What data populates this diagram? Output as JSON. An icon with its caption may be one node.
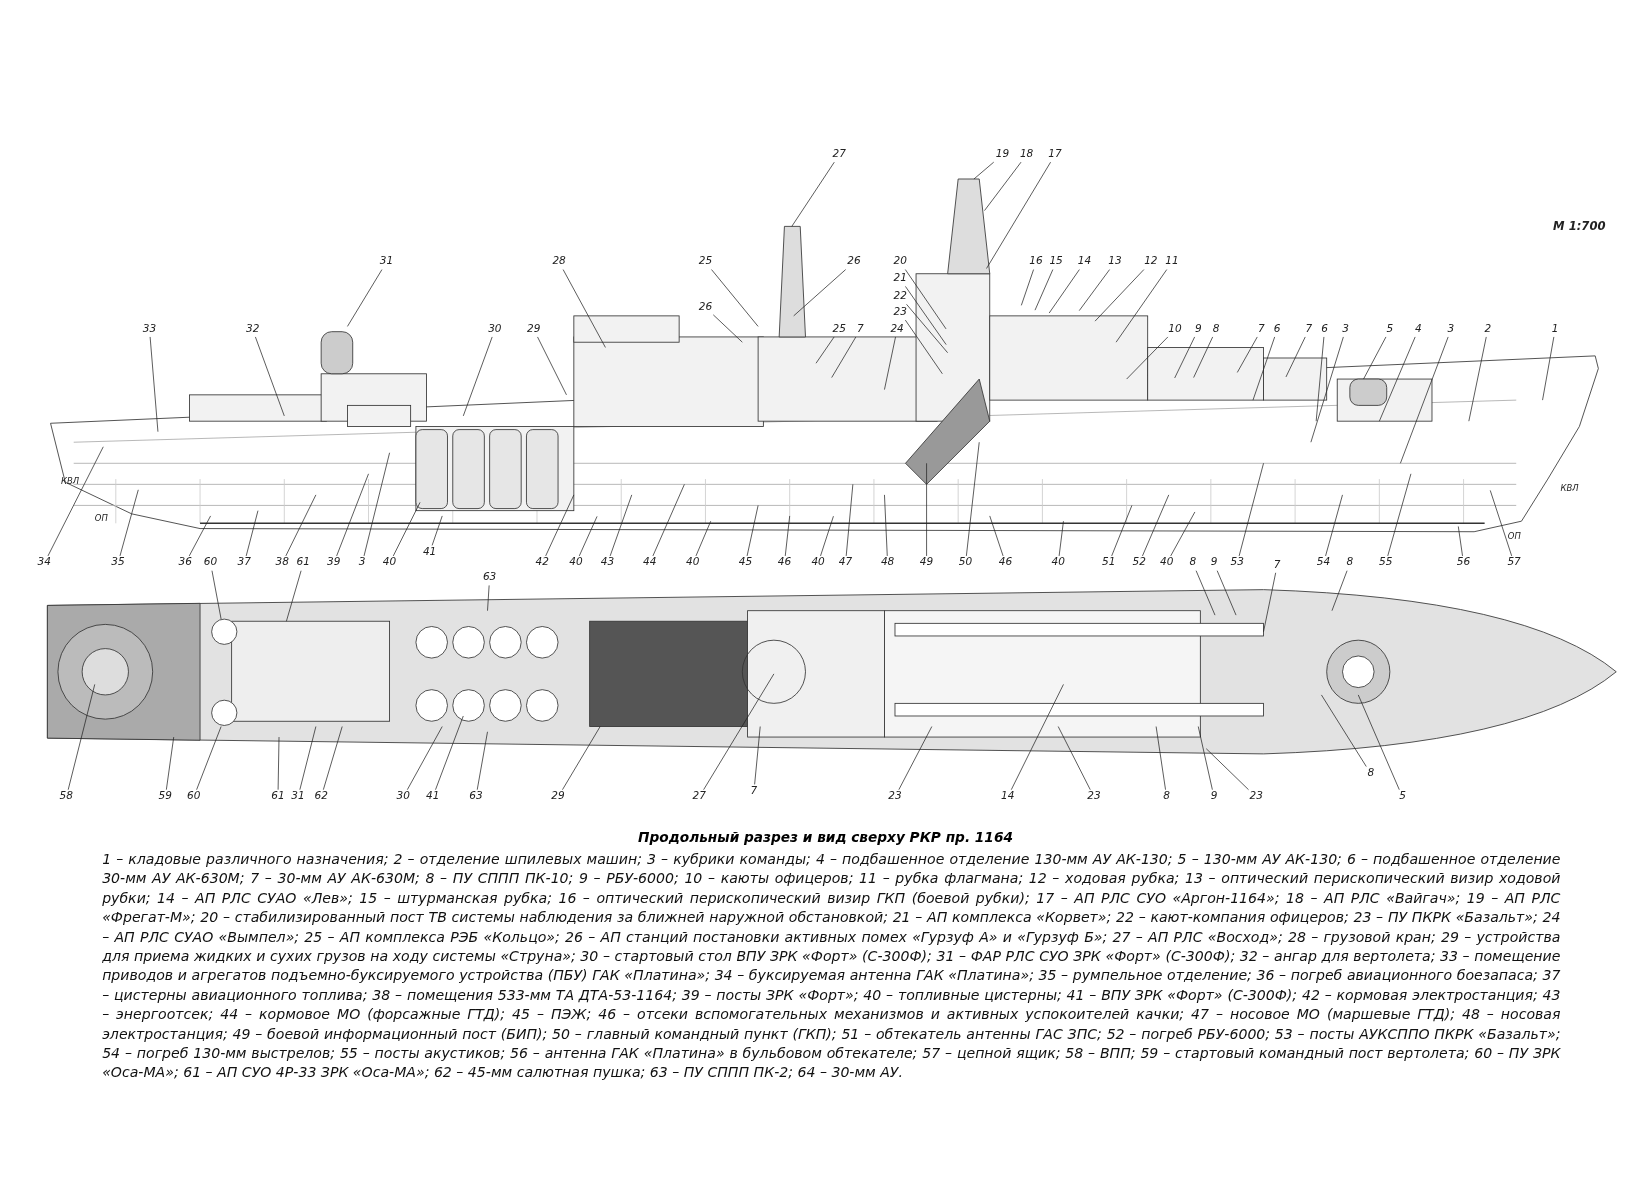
{
  "diagram": {
    "title": "Продольный разрез и вид сверху РКР пр. 1164",
    "caption": "1 – кладовые различного назначения; 2 – отделение шпилевых машин; 3 – кубрики команды; 4 – подбашенное отделение 130-мм АУ АК-130; 5 – 130-мм АУ АК-130; 6 – подбашенное отделение 30-мм АУ АК-630М; 7 – 30-мм АУ АК-630М; 8 – ПУ СППП ПК-10; 9 – РБУ-6000; 10 – каюты офицеров; 11 – рубка флагмана; 12 – ходовая рубка; 13 – оптический перископический визир ходовой рубки; 14 – АП РЛС СУАО «Лев»; 15 – штурманская рубка; 16 – оптический перископический визир ГКП (боевой рубки); 17 – АП РЛС СУО «Аргон-1164»; 18 – АП РЛС «Вайгач»; 19 – АП РЛС «Фрегат-М»; 20 – стабилизированный пост ТВ системы наблюдения за ближней наружной обстановкой; 21 – АП комплекса «Корвет»; 22 – кают-компания офицеров; 23 – ПУ ПКРК «Базальт»; 24 – АП РЛС СУАО «Вымпел»; 25 – АП комплекса РЭБ «Кольцо»; 26 – АП станций постановки активных помех «Гурзуф А» и «Гурзуф Б»; 27 – АП РЛС «Восход»; 28 – грузовой кран; 29 – устройства для приема жидких и сухих грузов на ходу системы «Струна»; 30 – стартовый стол ВПУ ЗРК «Форт» (С-300Ф); 31 – ФАР РЛС СУО ЗРК «Форт» (С-300Ф); 32 – ангар для вертолета; 33 – помещение приводов и агрегатов подъемно-буксируемого устройства (ПБУ) ГАК «Платина»; 34 – буксируемая антенна ГАК «Платина»; 35 – румпельное отделение; 36 – погреб авиационного боезапаса; 37 – цистерны авиационного топлива; 38 – помещения 533-мм ТА ДТА-53-1164; 39 – посты ЗРК «Форт»; 40 – топливные цистерны; 41 – ВПУ ЗРК «Форт» (С-300Ф); 42 – кормовая электростанция; 43 – энергоотсек; 44 – кормовое МО (форсажные ГТД); 45 – ПЭЖ; 46 – отсеки вспомогательных механизмов и активных успокоителей качки; 47 – носовое МО (маршевые ГТД); 48 – носовая электростанция; 49 – боевой информационный пост (БИП); 50 – главный командный пункт (ГКП); 51 – обтекатель антенны ГАС ЗПС; 52 – погреб РБУ-6000; 53 – посты АУКСППО ПКРК «Базальт»; 54 – погреб 130-мм выстрелов; 55 – посты акустиков; 56 – антенна ГАК «Платина» в бульбовом обтекателе; 57 – цепной ящик; 58 – ВПП; 59 – стартовый командный пост вертолета; 60 – ПУ ЗРК «Оса-МА»; 61 – АП СУО 4Р-33 ЗРК «Оса-МА»; 62 – 45-мм салютная пушка; 63 – ПУ СППП ПК-2; 64 – 30-мм АУ.",
    "nodes": [
      {
        "text": [
          "27"
        ]
      },
      {
        "text": [
          "19"
        ]
      },
      {
        "text": [
          "18"
        ]
      },
      {
        "text": [
          "17"
        ]
      },
      {
        "text": [
          "31"
        ]
      },
      {
        "text": [
          "28"
        ]
      },
      {
        "text": [
          "25"
        ]
      },
      {
        "text": [
          "26"
        ]
      },
      {
        "text": [
          "20"
        ]
      },
      {
        "text": [
          "21"
        ]
      },
      {
        "text": [
          "22"
        ]
      },
      {
        "text": [
          "23"
        ]
      },
      {
        "text": [
          "16"
        ]
      },
      {
        "text": [
          "15"
        ]
      },
      {
        "text": [
          "14"
        ]
      },
      {
        "text": [
          "13"
        ]
      },
      {
        "text": [
          "12"
        ]
      },
      {
        "text": [
          "11"
        ]
      },
      {
        "text": [
          "33"
        ]
      },
      {
        "text": [
          "32"
        ]
      },
      {
        "text": [
          "30"
        ]
      },
      {
        "text": [
          "29"
        ]
      },
      {
        "text": [
          "26"
        ]
      },
      {
        "text": [
          "25"
        ]
      },
      {
        "text": [
          "7"
        ]
      },
      {
        "text": [
          "24"
        ]
      },
      {
        "text": [
          "10"
        ]
      },
      {
        "text": [
          "9"
        ]
      },
      {
        "text": [
          "8"
        ]
      },
      {
        "text": [
          "7"
        ]
      },
      {
        "text": [
          "6"
        ]
      },
      {
        "text": [
          "7"
        ]
      },
      {
        "text": [
          "6"
        ]
      },
      {
        "text": [
          "3"
        ]
      },
      {
        "text": [
          "5"
        ]
      },
      {
        "text": [
          "4"
        ]
      },
      {
        "text": [
          "3"
        ]
      },
      {
        "text": [
          "2"
        ]
      },
      {
        "text": [
          "1"
        ]
      },
      {
        "text": [
          "34"
        ]
      },
      {
        "text": [
          "35"
        ]
      },
      {
        "text": [
          "36"
        ]
      },
      {
        "text": [
          "37"
        ]
      },
      {
        "text": [
          "38"
        ]
      },
      {
        "text": [
          "39"
        ]
      },
      {
        "text": [
          "3"
        ]
      },
      {
        "text": [
          "40"
        ]
      },
      {
        "text": [
          "41"
        ]
      },
      {
        "text": [
          "42"
        ]
      },
      {
        "text": [
          "40"
        ]
      },
      {
        "text": [
          "43"
        ]
      },
      {
        "text": [
          "44"
        ]
      },
      {
        "text": [
          "40"
        ]
      },
      {
        "text": [
          "45"
        ]
      },
      {
        "text": [
          "46"
        ]
      },
      {
        "text": [
          "40"
        ]
      },
      {
        "text": [
          "47"
        ]
      },
      {
        "text": [
          "48"
        ]
      },
      {
        "text": [
          "49"
        ]
      },
      {
        "text": [
          "50"
        ]
      },
      {
        "text": [
          "46"
        ]
      },
      {
        "text": [
          "40"
        ]
      },
      {
        "text": [
          "51"
        ]
      },
      {
        "text": [
          "52"
        ]
      },
      {
        "text": [
          "40"
        ]
      },
      {
        "text": [
          "53"
        ]
      },
      {
        "text": [
          "54"
        ]
      },
      {
        "text": [
          "55"
        ]
      },
      {
        "text": [
          "56"
        ]
      },
      {
        "text": [
          "57"
        ]
      },
      {
        "text": [
          "60"
        ]
      },
      {
        "text": [
          "61"
        ]
      },
      {
        "text": [
          "63"
        ]
      },
      {
        "text": [
          "8"
        ]
      },
      {
        "text": [
          "9"
        ]
      },
      {
        "text": [
          "7"
        ]
      },
      {
        "text": [
          "8"
        ]
      },
      {
        "text": [
          "58"
        ]
      },
      {
        "text": [
          "59"
        ]
      },
      {
        "text": [
          "60"
        ]
      },
      {
        "text": [
          "61"
        ]
      },
      {
        "text": [
          "31"
        ]
      },
      {
        "text": [
          "62"
        ]
      },
      {
        "text": [
          "30"
        ]
      },
      {
        "text": [
          "41"
        ]
      },
      {
        "text": [
          "63"
        ]
      },
      {
        "text": [
          "29"
        ]
      },
      {
        "text": [
          "27"
        ]
      },
      {
        "text": [
          "7"
        ]
      },
      {
        "text": [
          "23"
        ]
      },
      {
        "text": [
          "14"
        ]
      },
      {
        "text": [
          "23"
        ]
      },
      {
        "text": [
          "8"
        ]
      },
      {
        "text": [
          "9"
        ]
      },
      {
        "text": [
          "23"
        ]
      },
      {
        "text": [
          "8"
        ]
      },
      {
        "text": [
          "5"
        ]
      }
    ],
    "edges": [
      {
        "from": 0,
        "to": null,
        "arrow": "none"
      },
      {
        "from": 1,
        "to": null,
        "arrow": "none"
      },
      {
        "from": 2,
        "to": null,
        "arrow": "none"
      },
      {
        "from": 3,
        "to": null,
        "arrow": "none"
      },
      {
        "from": 4,
        "to": null,
        "arrow": "none"
      },
      {
        "from": 5,
        "to": null,
        "arrow": "none"
      },
      {
        "from": 6,
        "to": null,
        "arrow": "none"
      },
      {
        "from": 7,
        "to": null,
        "arrow": "none"
      },
      {
        "from": 8,
        "to": null,
        "arrow": "none"
      },
      {
        "from": 9,
        "to": null,
        "arrow": "none"
      },
      {
        "from": 10,
        "to": null,
        "arrow": "none"
      },
      {
        "from": 11,
        "to": null,
        "arrow": "none"
      },
      {
        "from": 12,
        "to": null,
        "arrow": "none"
      },
      {
        "from": 13,
        "to": null,
        "arrow": "none"
      },
      {
        "from": 14,
        "to": null,
        "arrow": "none"
      },
      {
        "from": 15,
        "to": null,
        "arrow": "none"
      },
      {
        "from": 16,
        "to": null,
        "arrow": "none"
      },
      {
        "from": 17,
        "to": null,
        "arrow": "none"
      },
      {
        "from": 18,
        "to": null,
        "arrow": "none"
      },
      {
        "from": 19,
        "to": null,
        "arrow": "none"
      },
      {
        "from": 20,
        "to": null,
        "arrow": "none"
      },
      {
        "from": 21,
        "to": null,
        "arrow": "none"
      },
      {
        "from": 22,
        "to": null,
        "arrow": "none"
      },
      {
        "from": 23,
        "to": null,
        "arrow": "none"
      },
      {
        "from": 24,
        "to": null,
        "arrow": "none"
      },
      {
        "from": 25,
        "to": null,
        "arrow": "none"
      },
      {
        "from": 26,
        "to": null,
        "arrow": "none"
      },
      {
        "from": 27,
        "to": null,
        "arrow": "none"
      },
      {
        "from": 28,
        "to": null,
        "arrow": "none"
      },
      {
        "from": 29,
        "to": null,
        "arrow": "none"
      },
      {
        "from": 30,
        "to": null,
        "arrow": "none"
      },
      {
        "from": 31,
        "to": null,
        "arrow": "none"
      },
      {
        "from": 32,
        "to": null,
        "arrow": "none"
      },
      {
        "from": 33,
        "to": null,
        "arrow": "none"
      },
      {
        "from": 34,
        "to": null,
        "arrow": "none"
      },
      {
        "from": 35,
        "to": null,
        "arrow": "none"
      },
      {
        "from": 36,
        "to": null,
        "arrow": "none"
      },
      {
        "from": 37,
        "to": null,
        "arrow": "none"
      },
      {
        "from": 38,
        "to": null,
        "arrow": "none"
      },
      {
        "from": 39,
        "to": null,
        "arrow": "none"
      },
      {
        "from": 40,
        "to": null,
        "arrow": "none"
      },
      {
        "from": 41,
        "to": null,
        "arrow": "none"
      },
      {
        "from": 42,
        "to": null,
        "arrow": "none"
      },
      {
        "from": 43,
        "to": null,
        "arrow": "none"
      },
      {
        "from": 44,
        "to": null,
        "arrow": "none"
      },
      {
        "from": 45,
        "to": null,
        "arrow": "none"
      },
      {
        "from": 46,
        "to": null,
        "arrow": "none"
      },
      {
        "from": 47,
        "to": null,
        "arrow": "none"
      },
      {
        "from": 48,
        "to": null,
        "arrow": "none"
      },
      {
        "from": 49,
        "to": null,
        "arrow": "none"
      },
      {
        "from": 50,
        "to": null,
        "arrow": "none"
      },
      {
        "from": 51,
        "to": null,
        "arrow": "none"
      },
      {
        "from": 52,
        "to": null,
        "arrow": "none"
      },
      {
        "from": 53,
        "to": null,
        "arrow": "none"
      },
      {
        "from": 54,
        "to": null,
        "arrow": "none"
      },
      {
        "from": 55,
        "to": null,
        "arrow": "none"
      },
      {
        "from": 56,
        "to": null,
        "arrow": "none"
      },
      {
        "from": 57,
        "to": null,
        "arrow": "none"
      },
      {
        "from": 58,
        "to": null,
        "arrow": "none"
      },
      {
        "from": 59,
        "to": null,
        "arrow": "none"
      },
      {
        "from": 60,
        "to": null,
        "arrow": "none"
      },
      {
        "from": 61,
        "to": null,
        "arrow": "none"
      },
      {
        "from": 62,
        "to": null,
        "arrow": "none"
      },
      {
        "from": 63,
        "to": null,
        "arrow": "none"
      },
      {
        "from": 64,
        "to": null,
        "arrow": "none"
      },
      {
        "from": 65,
        "to": null,
        "arrow": "none"
      },
      {
        "from": 66,
        "to": null,
        "arrow": "none"
      },
      {
        "from": 67,
        "to": null,
        "arrow": "none"
      },
      {
        "from": 68,
        "to": null,
        "arrow": "none"
      },
      {
        "from": 69,
        "to": null,
        "arrow": "none"
      },
      {
        "from": 70,
        "to": null,
        "arrow": "none"
      },
      {
        "from": 71,
        "to": null,
        "arrow": "none"
      },
      {
        "from": 72,
        "to": null,
        "arrow": "none"
      },
      {
        "from": 73,
        "to": null,
        "arrow": "none"
      },
      {
        "from": 74,
        "to": null,
        "arrow": "none"
      },
      {
        "from": 75,
        "to": null,
        "arrow": "none"
      },
      {
        "from": 76,
        "to": null,
        "arrow": "none"
      },
      {
        "from": 77,
        "to": null,
        "arrow": "none"
      },
      {
        "from": 78,
        "to": null,
        "arrow": "none"
      },
      {
        "from": 79,
        "to": null,
        "arrow": "none"
      },
      {
        "from": 80,
        "to": null,
        "arrow": "none"
      },
      {
        "from": 81,
        "to": null,
        "arrow": "none"
      },
      {
        "from": 82,
        "to": null,
        "arrow": "none"
      },
      {
        "from": 83,
        "to": null,
        "arrow": "none"
      },
      {
        "from": 84,
        "to": null,
        "arrow": "none"
      },
      {
        "from": 85,
        "to": null,
        "arrow": "none"
      },
      {
        "from": 86,
        "to": null,
        "arrow": "none"
      },
      {
        "from": 87,
        "to": null,
        "arrow": "none"
      },
      {
        "from": 88,
        "to": null,
        "arrow": "none"
      },
      {
        "from": 89,
        "to": null,
        "arrow": "none"
      },
      {
        "from": 90,
        "to": null,
        "arrow": "none"
      },
      {
        "from": 91,
        "to": null,
        "arrow": "none"
      },
      {
        "from": 92,
        "to": null,
        "arrow": "none"
      },
      {
        "from": 93,
        "to": null,
        "arrow": "none"
      },
      {
        "from": 94,
        "to": null,
        "arrow": "none"
      },
      {
        "from": 95,
        "to": null,
        "arrow": "none"
      },
      {
        "from": 96,
        "to": null,
        "arrow": "none"
      }
    ],
    "labels": [
      "М 1:700",
      "КВЛ",
      "ОП",
      "КВЛ",
      "ОП"
    ]
  }
}
